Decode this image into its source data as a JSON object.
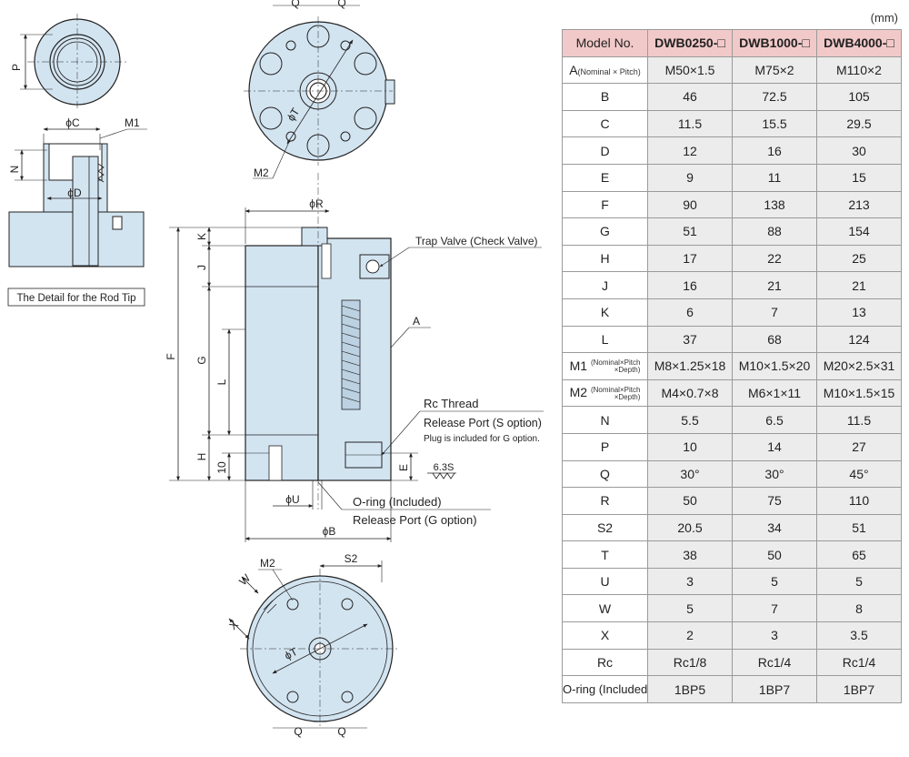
{
  "unit_note": "(mm)",
  "table": {
    "header": [
      "Model No.",
      "DWB0250-□",
      "DWB1000-□",
      "DWB4000-□"
    ],
    "rows": [
      {
        "label": "A",
        "note": "(Nominal × Pitch)",
        "values": [
          "M50×1.5",
          "M75×2",
          "M110×2"
        ]
      },
      {
        "label": "B",
        "values": [
          "46",
          "72.5",
          "105"
        ]
      },
      {
        "label": "C",
        "values": [
          "11.5",
          "15.5",
          "29.5"
        ]
      },
      {
        "label": "D",
        "values": [
          "12",
          "16",
          "30"
        ]
      },
      {
        "label": "E",
        "values": [
          "9",
          "11",
          "15"
        ]
      },
      {
        "label": "F",
        "values": [
          "90",
          "138",
          "213"
        ]
      },
      {
        "label": "G",
        "values": [
          "51",
          "88",
          "154"
        ]
      },
      {
        "label": "H",
        "values": [
          "17",
          "22",
          "25"
        ]
      },
      {
        "label": "J",
        "values": [
          "16",
          "21",
          "21"
        ]
      },
      {
        "label": "K",
        "values": [
          "6",
          "7",
          "13"
        ]
      },
      {
        "label": "L",
        "values": [
          "37",
          "68",
          "124"
        ]
      },
      {
        "label": "M1",
        "note1": "(Nominal×Pitch",
        "note2": "×Depth)",
        "values": [
          "M8×1.25×18",
          "M10×1.5×20",
          "M20×2.5×31"
        ]
      },
      {
        "label": "M2",
        "note1": "(Nominal×Pitch",
        "note2": "×Depth)",
        "values": [
          "M4×0.7×8",
          "M6×1×11",
          "M10×1.5×15"
        ]
      },
      {
        "label": "N",
        "values": [
          "5.5",
          "6.5",
          "11.5"
        ]
      },
      {
        "label": "P",
        "values": [
          "10",
          "14",
          "27"
        ]
      },
      {
        "label": "Q",
        "values": [
          "30°",
          "30°",
          "45°"
        ]
      },
      {
        "label": "R",
        "values": [
          "50",
          "75",
          "110"
        ]
      },
      {
        "label": "S2",
        "values": [
          "20.5",
          "34",
          "51"
        ]
      },
      {
        "label": "T",
        "values": [
          "38",
          "50",
          "65"
        ]
      },
      {
        "label": "U",
        "values": [
          "3",
          "5",
          "5"
        ]
      },
      {
        "label": "W",
        "values": [
          "5",
          "7",
          "8"
        ]
      },
      {
        "label": "X",
        "values": [
          "2",
          "3",
          "3.5"
        ]
      },
      {
        "label": "Rc",
        "values": [
          "Rc1/8",
          "Rc1/4",
          "Rc1/4"
        ]
      },
      {
        "label": "O-ring (Included)",
        "values": [
          "1BP5",
          "1BP7",
          "1BP7"
        ]
      }
    ]
  },
  "drawing": {
    "detail_caption": "The Detail for the Rod Tip",
    "labels": {
      "P": "P",
      "N": "N",
      "C": "ϕC",
      "D": "ϕD",
      "M1": "M1",
      "Q": "Q",
      "T": "ϕT",
      "M2": "M2",
      "R": "ϕR",
      "K": "K",
      "J": "J",
      "G": "G",
      "L": "L",
      "F": "F",
      "H": "H",
      "ten": "10",
      "E": "E",
      "U": "ϕU",
      "B": "ϕB",
      "A": "A",
      "S2": "S2",
      "W": "W",
      "X": "X",
      "finish": "6.3S"
    },
    "callouts": {
      "trap_valve": "Trap Valve (Check Valve)",
      "rc_thread": "Rc Thread",
      "release_s": "Release Port (S option)",
      "plug_note": "Plug is included for G option.",
      "oring": "O-ring (Included)",
      "release_g": "Release Port (G option)"
    },
    "colors": {
      "body": "#d3e4f1",
      "line": "#222222",
      "background": "#ffffff",
      "header": "#f2c9c9",
      "cell": "#ececec"
    }
  }
}
